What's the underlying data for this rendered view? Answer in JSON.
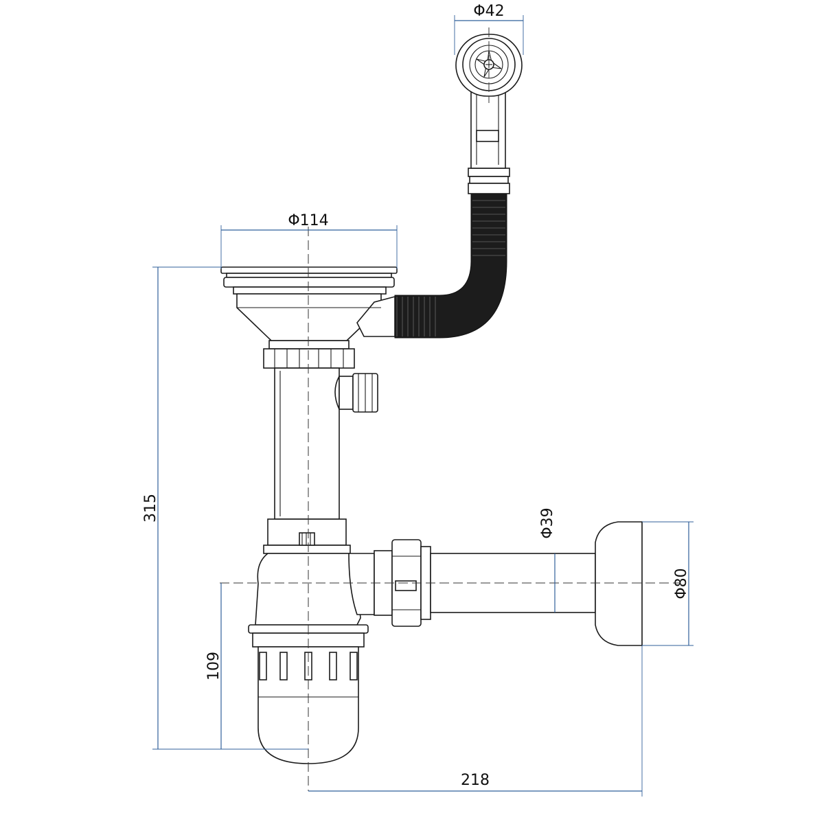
{
  "dimensions": {
    "drain_head_diameter": "Φ114",
    "overflow_diameter": "Φ42",
    "total_height": "315",
    "trap_height": "109",
    "outlet_pipe_diameter": "Φ39",
    "wall_flange_diameter": "Φ80",
    "outlet_length": "218"
  },
  "colors": {
    "outline": "#1a1a1a",
    "dimension_lines": "#2f5f9a",
    "hose": "#1c1c1c"
  }
}
